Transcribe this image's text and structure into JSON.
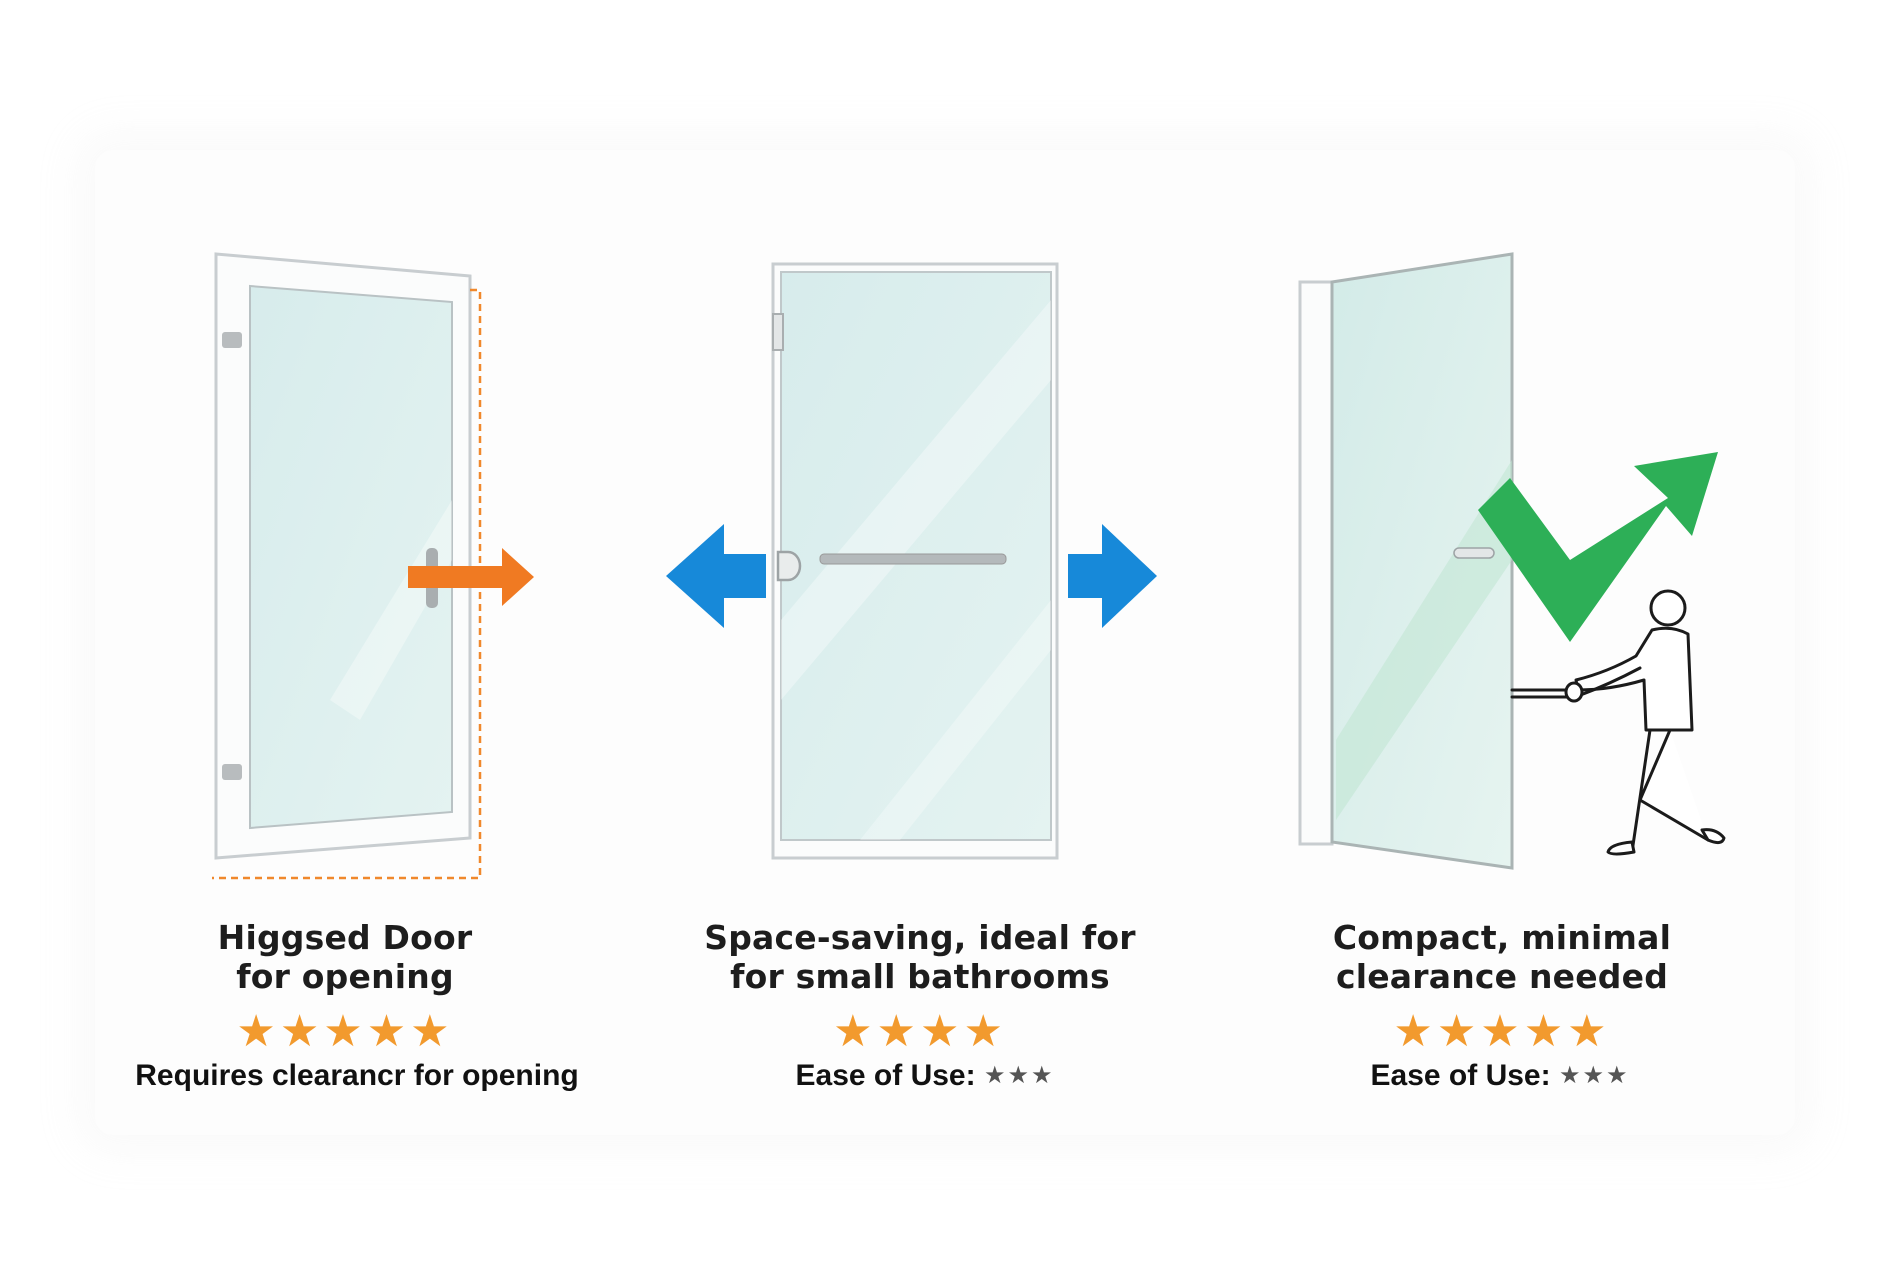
{
  "panels": [
    {
      "caption_line1": "Higgsed Door",
      "caption_line2": "for opening",
      "stars": "★★★★★",
      "note_label": "Requires clearancr for opening",
      "note_stars": "",
      "arrow_color": "#f07a22"
    },
    {
      "caption_line1": "Space-saving, ideal for",
      "caption_line2": "for small bathrooms",
      "stars": "★★★★",
      "note_label": "Ease of Use:",
      "note_stars": "★★★",
      "arrow_color": "#1789d9"
    },
    {
      "caption_line1": "Compact, minimal",
      "caption_line2": "clearance needed",
      "stars": "★★★★★",
      "note_label": "Ease of Use:",
      "note_stars": "★★★",
      "arrow_color": "#2daf57"
    }
  ],
  "colors": {
    "glass": "#d9eeee",
    "frame": "#cfd4d6",
    "star": "#f29a2e",
    "orange": "#f07a22",
    "blue": "#1789d9",
    "green": "#2daf57"
  }
}
